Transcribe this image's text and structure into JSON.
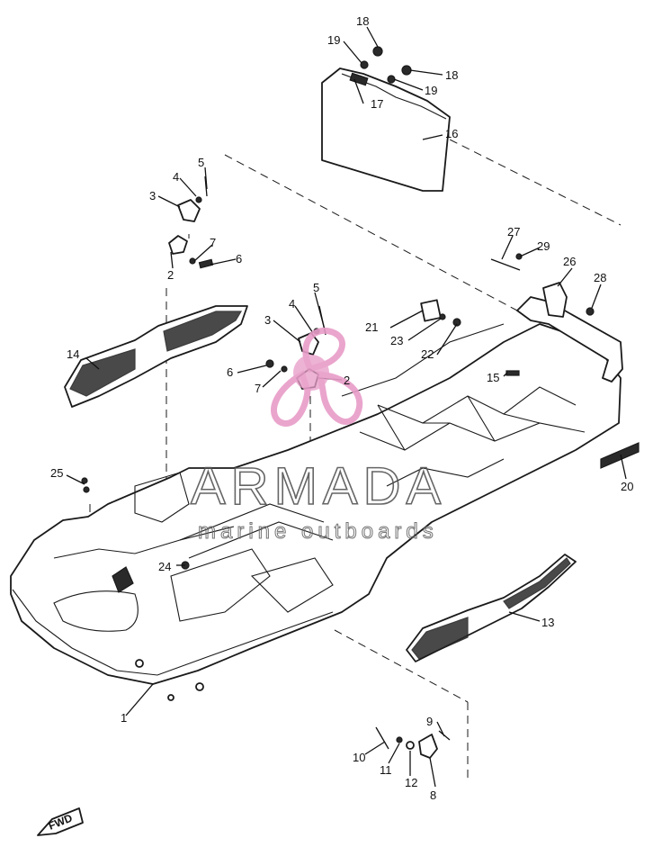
{
  "watermark": {
    "brand": "ARMADA",
    "tagline": "marine outboards",
    "logo_color": "#e89cc8"
  },
  "fwd_marker": "FWD",
  "callouts": {
    "c1": "1",
    "c2a": "2",
    "c2b": "2",
    "c3a": "3",
    "c3b": "3",
    "c4a": "4",
    "c4b": "4",
    "c5a": "5",
    "c5b": "5",
    "c6a": "6",
    "c6b": "6",
    "c7a": "7",
    "c7b": "7",
    "c8": "8",
    "c9": "9",
    "c10": "10",
    "c11": "11",
    "c12": "12",
    "c13": "13",
    "c14": "14",
    "c15": "15",
    "c16": "16",
    "c17": "17",
    "c18a": "18",
    "c18b": "18",
    "c19a": "19",
    "c19b": "19",
    "c20": "20",
    "c21": "21",
    "c22": "22",
    "c23": "23",
    "c24": "24",
    "c25": "25",
    "c26": "26",
    "c27": "27",
    "c28": "28",
    "c29": "29"
  }
}
